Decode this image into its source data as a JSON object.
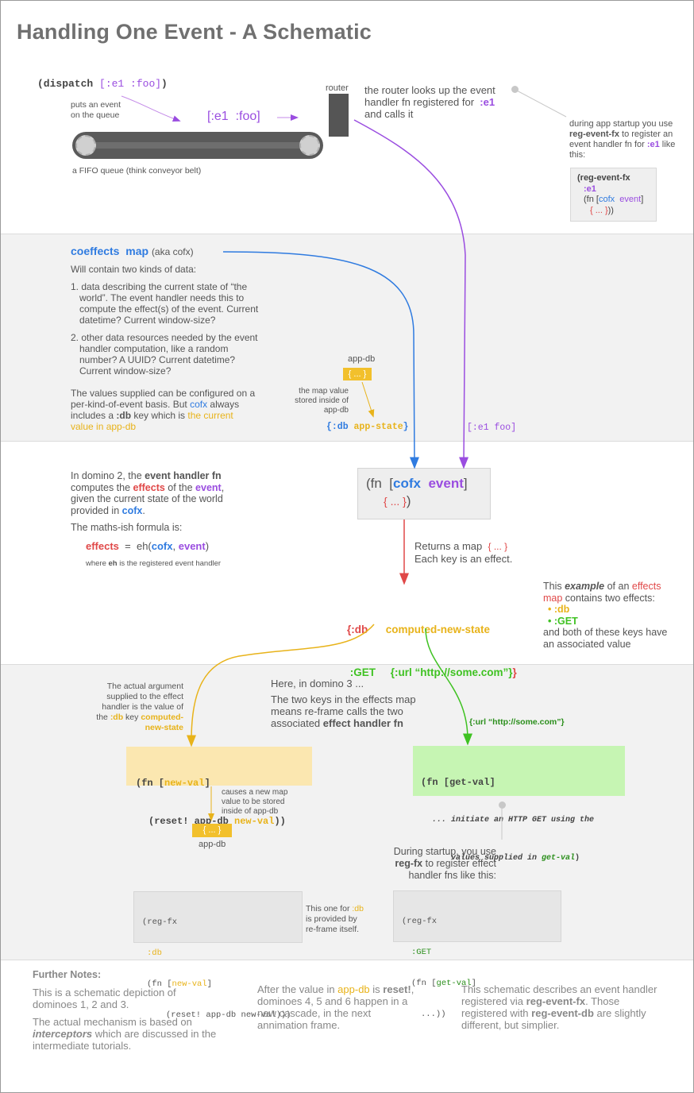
{
  "title": "Handling One Event - A Schematic",
  "domino1": {
    "dispatch_kw": "(dispatch",
    "dispatch_vec": "[:e1 :foo]",
    "dispatch_close": ")",
    "puts_event": "puts an event\non the queue",
    "queue_item": "[:e1  :foo]",
    "fifo_label": "a FIFO queue (think conveyor belt)",
    "router_label": "router",
    "router_desc_1": "the router looks up the event",
    "router_desc_2": "handler fn registered for",
    "router_desc_kw": ":e1",
    "router_desc_3": "and calls it",
    "startup_1": "during app startup you use",
    "startup_fn": "reg-event-fx",
    "startup_2": " to register an",
    "startup_3": "event handler fn for ",
    "startup_kw": ":e1",
    "startup_4": " like",
    "startup_5": "this:",
    "code_l1": "(reg-event-fx",
    "code_l2": ":e1",
    "code_l3a": "(fn [",
    "code_l3b": "cofx",
    "code_l3c": "event",
    "code_l3d": "]",
    "code_l4a": "{ ... }",
    "code_l4b": "))"
  },
  "coeffects": {
    "heading": "coeffects",
    "heading_map": "map",
    "aka": "(aka cofx)",
    "intro": "Will contain two kinds of data:",
    "item1": "1. data describing the current state of “the world”. The event handler needs this to compute the effect(s) of the event. Current datetime? Current window-size?",
    "item2": "2. other data resources needed by the event handler computation, like a random number? A UUID? Current datetime? Current window-size?",
    "values_1": "The values supplied can be configured on a per-kind-of-event basis. But ",
    "values_cofx": "cofx",
    "values_2": " always includes a ",
    "values_db": ":db",
    "values_3": " key which is ",
    "values_4": "the current value in app-db",
    "appdb_label": "app-db",
    "appdb_box": "{ ... }",
    "map_value_note": "the map value stored inside of app-db",
    "db_app_state_kw": "{:db",
    "db_app_state_val": "app-state",
    "db_app_state_close": "}",
    "event_vec": "[:e1 foo]"
  },
  "domino2": {
    "p1": "In domino 2, the ",
    "p1_ehfn": "event handler fn",
    "p2": " computes the ",
    "p2_effects": "effects",
    "p3": " of the ",
    "p3_event": "event",
    "p4": ", given the current state of the world provided in ",
    "p4_cofx": "cofx",
    "p5": ".",
    "formula_intro": "The maths-ish formula is:",
    "formula_effects": "effects",
    "formula_eq": "=  eh(",
    "formula_cofx": "cofx",
    "formula_comma": ", ",
    "formula_event": "event",
    "formula_close": ")",
    "where_1": "where ",
    "where_eh": "eh",
    "where_2": " is the registered event handler",
    "fn_open": "(fn",
    "fn_bracket": "[",
    "fn_cofx": "cofx",
    "fn_event": "event",
    "fn_bracket_close": "]",
    "fn_body": "{ ... }",
    "fn_close": ")",
    "returns_1": "Returns a map",
    "returns_map": "{ ... }",
    "returns_2": "Each key is an effect.",
    "eff_db_kw": "{:db",
    "eff_db_val": "computed-new-state",
    "eff_get_kw": ":GET",
    "eff_get_val": "{:url “http://some.com”}",
    "eff_close": "}",
    "example_1": "This ",
    "example_2": "example",
    "example_3": " of an ",
    "example_4": "effects map",
    "example_5": " contains two effects:",
    "example_db": "• :db",
    "example_get": "• :GET",
    "example_6": "and both of these keys have an associated value"
  },
  "domino3": {
    "actual_1": "The actual argument supplied to the effect handler is the value of the ",
    "actual_db": ":db",
    "actual_2": " key",
    "actual_cns": "computed-new-state",
    "here": "Here, in domino 3 ...",
    "two_keys": "The two keys in the effects map means re-frame calls the two associated ",
    "two_keys_b": "effect handler fn",
    "url_label": "{:url “http://some.com”}",
    "yfn_1": "(fn [",
    "yfn_arg": "new-val",
    "yfn_2": "]",
    "yfn_3": "(reset! app-db ",
    "yfn_4": "new-val",
    "yfn_5": "))",
    "gfn_1": "(fn [",
    "gfn_arg": "get-val",
    "gfn_2": "]",
    "gfn_3": "... initiate an HTTP GET using the",
    "gfn_4": "values supplied in ",
    "gfn_5": "get-val",
    "gfn_6": ")",
    "causes": "causes a new map value to be stored inside of app-db",
    "appdb_box": "{ ... }",
    "appdb_label": "app-db",
    "during_1": "During startup, you use",
    "during_fx": "reg-fx",
    "during_2": " to register effect handler fns like this:",
    "regfx1_l1": "(reg-fx",
    "regfx1_l2": ":db",
    "regfx1_l3a": "(fn [",
    "regfx1_l3b": "new-val",
    "regfx1_l3c": "]",
    "regfx1_l4": "(reset! app-db new-val)))",
    "thisone_1": "This one for ",
    "thisone_db": ":db",
    "thisone_2": " is provided by re-frame itself.",
    "regfx2_l1": "(reg-fx",
    "regfx2_l2": ":GET",
    "regfx2_l3a": "(fn [",
    "regfx2_l3b": "get-val",
    "regfx2_l3c": "]",
    "regfx2_l4": "...))"
  },
  "notes": {
    "heading": "Further Notes:",
    "n1": "This is a schematic depiction of dominoes 1, 2 and 3.",
    "n2a": "The actual mechanism is based on ",
    "n2b": "interceptors",
    "n2c": " which are discussed in the intermediate tutorials.",
    "m1": "After the value in ",
    "m1_appdb": "app-db",
    "m2": " is ",
    "m2_reset": "reset!",
    "m3": ", dominoes 4, 5 and 6 happen in a new cascade, in the next annimation frame.",
    "r1": "This schematic describes an event handler registered via ",
    "r1_fx": "reg-event-fx",
    "r2": ". Those registered with ",
    "r2_db": "reg-event-db",
    "r3": " are slightly different, but simplier."
  },
  "colors": {
    "blue": "#2f7be0",
    "purple": "#9a4de0",
    "red": "#e04848",
    "yellow": "#e8b31a",
    "green": "#3fc222"
  }
}
